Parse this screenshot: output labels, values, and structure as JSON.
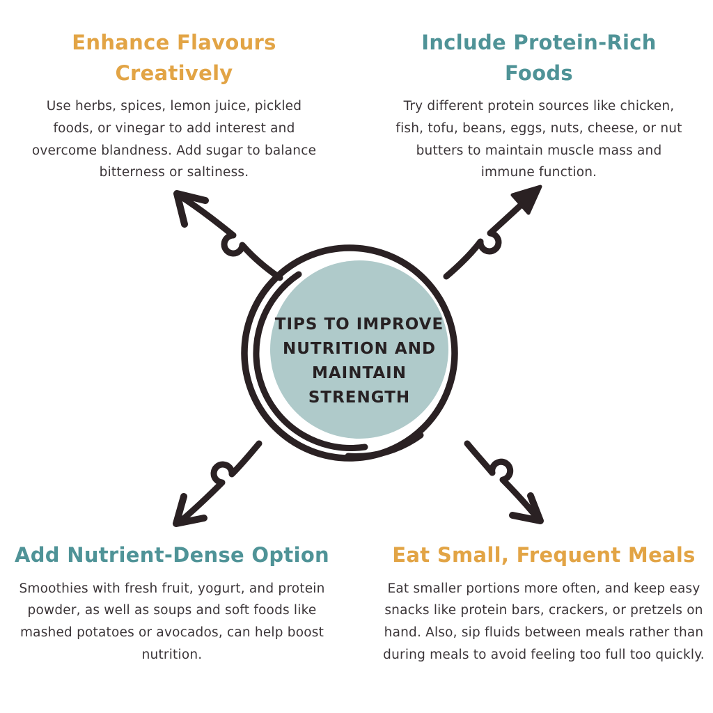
{
  "diagram": {
    "type": "central-topic-with-four-branches",
    "background_color": "#FFFFFF",
    "ink_color": "#2A2123",
    "body_text_color": "#3B3538"
  },
  "center": {
    "label": "TIPS TO IMPROVE NUTRITION AND MAINTAIN STRENGTH",
    "lines": [
      "TIPS TO IMPROVE",
      "NUTRITION AND",
      "MAINTAIN",
      "STRENGTH"
    ],
    "circle_fill_color": "#AFCACA",
    "ring_color": "#2A2123",
    "text_color": "#272123"
  },
  "sections": [
    {
      "position": "top-left",
      "heading": "Enhance Flavours Creatively",
      "heading_color": "#E2A445",
      "body": "Use herbs, spices, lemon juice, pickled foods, or vinegar to add interest and overcome blandness. Add sugar to balance bitterness or saltiness."
    },
    {
      "position": "top-right",
      "heading": "Include Protein-Rich Foods",
      "heading_color": "#4F9397",
      "body": "Try different protein sources like chicken, fish, tofu, beans, eggs, nuts, cheese, or nut butters to maintain muscle mass and immune function."
    },
    {
      "position": "bottom-left",
      "heading": "Add Nutrient-Dense Option",
      "heading_color": "#4F9397",
      "body": "Smoothies with fresh fruit, yogurt, and protein powder, as well as soups and soft foods like mashed potatoes or avocados, can help boost nutrition."
    },
    {
      "position": "bottom-right",
      "heading": "Eat Small, Frequent Meals",
      "heading_color": "#E2A445",
      "body": "Eat smaller portions more often, and keep easy snacks like protein bars, crackers, or pretzels on hand. Also, sip fluids between meals rather than during meals to avoid feeling too full too quickly."
    }
  ],
  "icons": {
    "arrows": [
      "doodle-arrow-up-left",
      "doodle-arrow-up-right",
      "doodle-arrow-down-left",
      "doodle-arrow-down-right"
    ],
    "center_ring": "hand-drawn-double-circle"
  }
}
